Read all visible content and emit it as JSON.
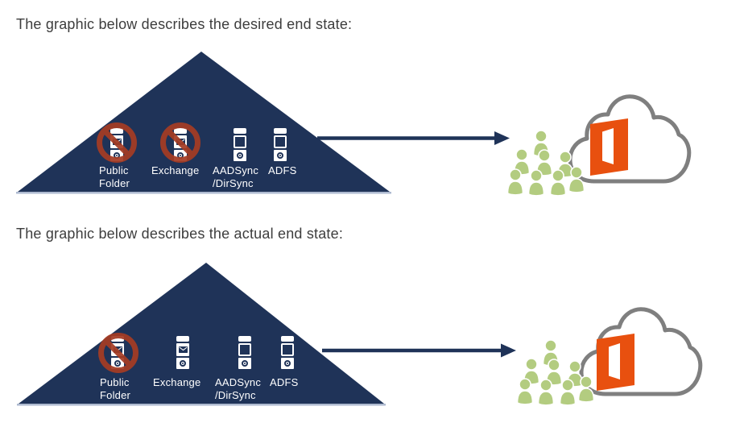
{
  "colors": {
    "navy": "#1F3358",
    "ban": "#A53C24",
    "green": "#B3CC80",
    "orange": "#E8500F",
    "cloudline": "#7F7F7F",
    "headtext": "#3D3D3D",
    "baseline": "#AEBAD0"
  },
  "icons": {
    "server": "server-tower-icon",
    "envelope": "envelope-icon",
    "gear": "gear-icon",
    "ban": "prohibition-icon",
    "arrow": "right-arrow-icon",
    "cloud": "cloud-icon",
    "office_logo": "office-365-logo",
    "users": "users-group-icon"
  },
  "diagrams": [
    {
      "heading": "The graphic below describes the desired end state:",
      "servers": [
        {
          "line1": "Public",
          "line2": "Folder",
          "type": "mail",
          "banned": true
        },
        {
          "line1": "Exchange",
          "line2": "",
          "type": "mail",
          "banned": true
        },
        {
          "line1": "AADSync",
          "line2": "/DirSync",
          "type": "sync",
          "banned": false
        },
        {
          "line1": "ADFS",
          "line2": "",
          "type": "sync",
          "banned": false
        }
      ]
    },
    {
      "heading": "The graphic below describes the actual end state:",
      "servers": [
        {
          "line1": "Public",
          "line2": "Folder",
          "type": "mail",
          "banned": true
        },
        {
          "line1": "Exchange",
          "line2": "",
          "type": "mail",
          "banned": false
        },
        {
          "line1": "AADSync",
          "line2": "/DirSync",
          "type": "sync",
          "banned": false
        },
        {
          "line1": "ADFS",
          "line2": "",
          "type": "sync",
          "banned": false
        }
      ]
    }
  ]
}
